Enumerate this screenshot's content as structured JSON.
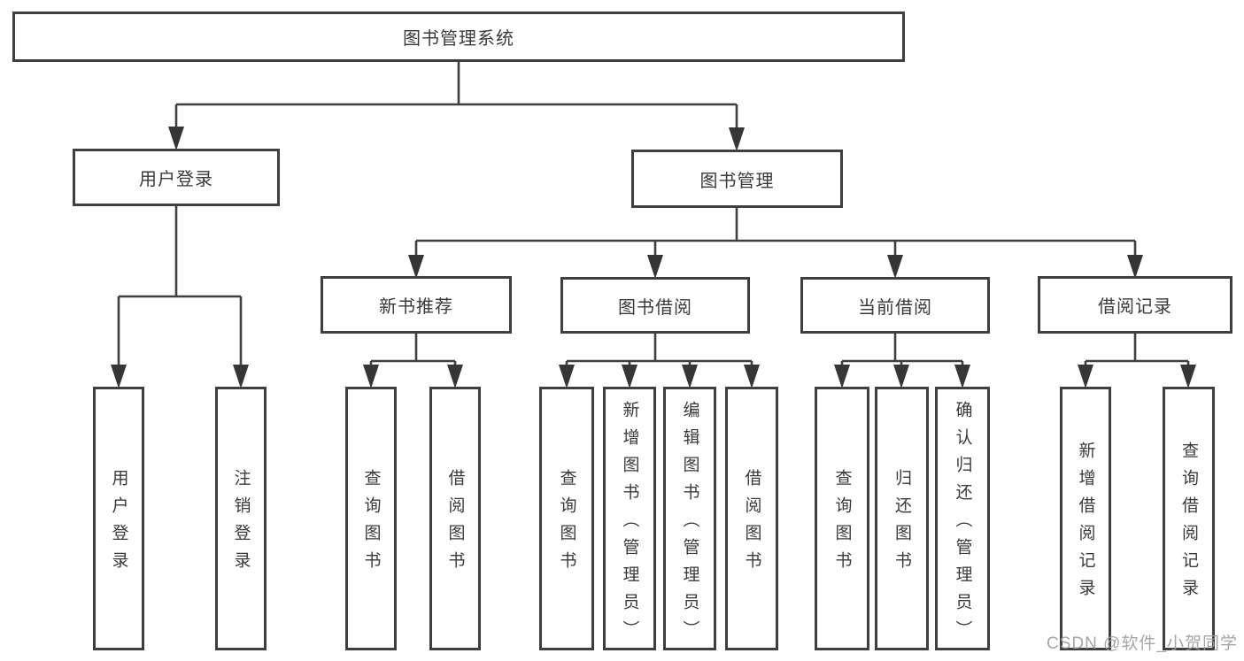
{
  "tree": {
    "label": "图书管理系统",
    "children": [
      {
        "label": "用户登录",
        "children": [
          {
            "label": "用户登录"
          },
          {
            "label": "注销登录"
          }
        ]
      },
      {
        "label": "图书管理",
        "children": [
          {
            "label": "新书推荐",
            "children": [
              {
                "label": "查询图书"
              },
              {
                "label": "借阅图书"
              }
            ]
          },
          {
            "label": "图书借阅",
            "children": [
              {
                "label": "查询图书"
              },
              {
                "label": "新增图书（管理员）"
              },
              {
                "label": "编辑图书（管理员）"
              },
              {
                "label": "借阅图书"
              }
            ]
          },
          {
            "label": "当前借阅",
            "children": [
              {
                "label": "查询图书"
              },
              {
                "label": "归还图书"
              },
              {
                "label": "确认归还（管理员）"
              }
            ]
          },
          {
            "label": "借阅记录",
            "children": [
              {
                "label": "新增借阅记录"
              },
              {
                "label": "查询借阅记录"
              }
            ]
          }
        ]
      }
    ]
  },
  "watermark": "CSDN @软件_小贺同学",
  "colors": {
    "line": "#3f3f3f",
    "text": "#3a3a3a",
    "watermark": "#9b9b9b",
    "background": "#ffffff"
  }
}
